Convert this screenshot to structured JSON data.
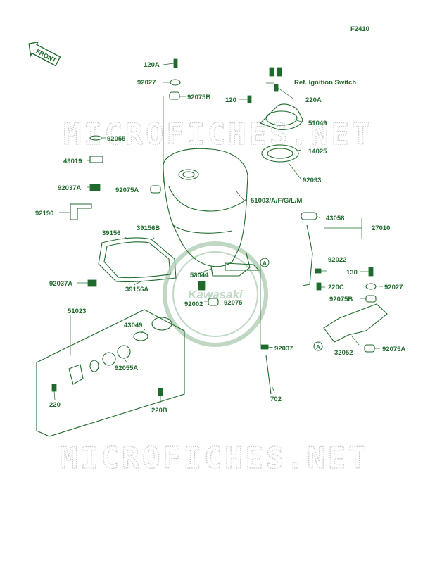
{
  "figure_code": "F2410",
  "front_tag": "FRONT",
  "watermark": "MICROFICHES.NET",
  "brand_seal": "Kawasaki",
  "callout_marker": "A",
  "labels": {
    "p120A": "120A",
    "p92027a": "92027",
    "p92075B": "92075B",
    "p92055": "92055",
    "p49019": "49019",
    "p92037A_top": "92037A",
    "p92075A_left": "92075A",
    "p92190": "92190",
    "p39156": "39156",
    "p39156B": "39156B",
    "p92037A_mid": "92037A",
    "p39156A": "39156A",
    "p51023": "51023",
    "p43049": "43049",
    "p92055A": "92055A",
    "p220": "220",
    "p220B": "220B",
    "p53044": "53044",
    "p92002": "92002",
    "p92075": "92075",
    "ref_ignition": "Ref. Ignition Switch",
    "p120": "120",
    "p220A": "220A",
    "p51049": "51049",
    "p14025": "14025",
    "p92093": "92093",
    "p51003": "51003/A/F/G/L/M",
    "p43058": "43058",
    "p27010": "27010",
    "p92022": "92022",
    "p220C": "220C",
    "p130": "130",
    "p92027b": "92027",
    "p92075B_r": "92075B",
    "p92037": "92037",
    "p32052": "32052",
    "p92075A_r": "92075A",
    "p702": "702"
  }
}
